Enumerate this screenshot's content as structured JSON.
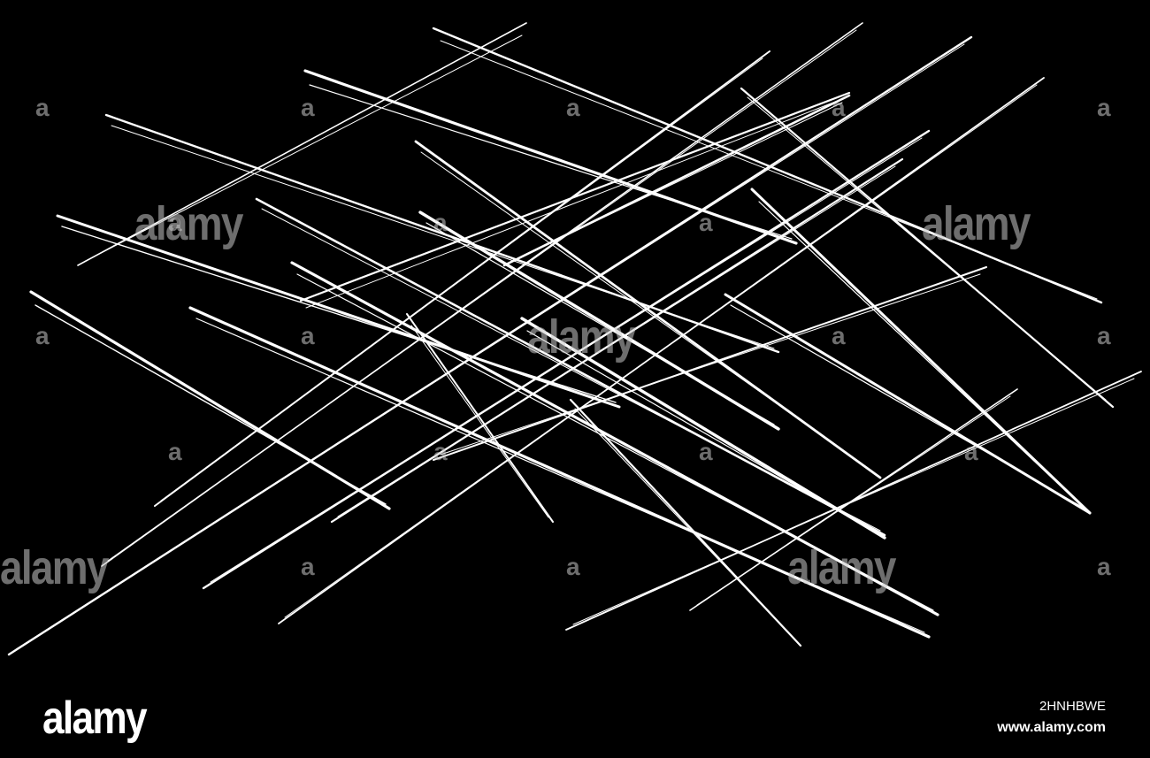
{
  "watermark": {
    "brand": "alamy",
    "letter": "a"
  },
  "footer": {
    "logo": "alamy",
    "image_id": "2HNHBWE",
    "url": "www.alamy.com"
  },
  "colors": {
    "background": "#000000",
    "strokes": "#ffffff",
    "watermark": "#c8c8c8"
  }
}
